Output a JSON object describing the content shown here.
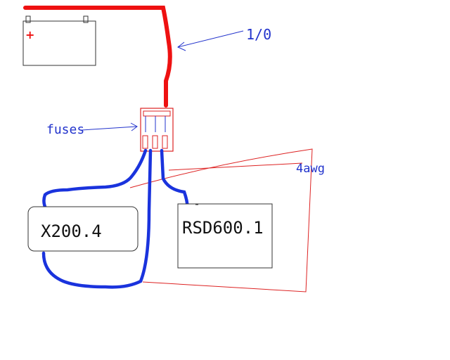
{
  "battery": {
    "terminal_symbol": "+"
  },
  "labels": {
    "power_cable": "1/0",
    "fuses": "fuses",
    "ground_wire": "4awg"
  },
  "amps": {
    "amp_1": "X200.4",
    "amp_2": "RSD600.1"
  },
  "colors": {
    "power_wire": "#ee1111",
    "amp_wire": "#1a33dd",
    "annotation": "#2233cc",
    "ground_wire": "#dd2222"
  }
}
